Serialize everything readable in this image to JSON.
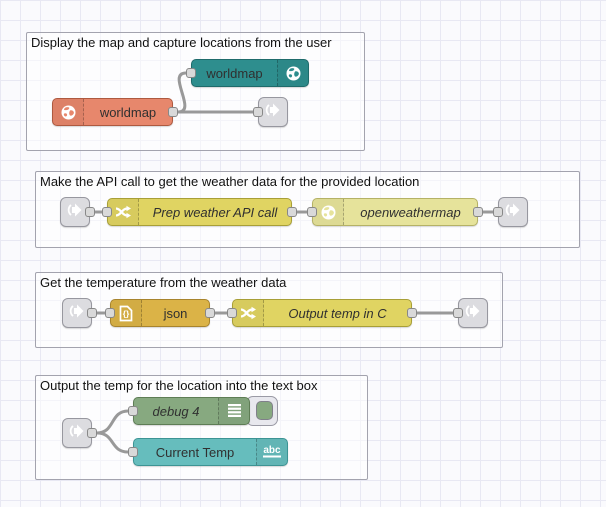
{
  "canvas": {
    "background": "#fafafd",
    "grid_line": "#e8e8f3",
    "wire_color": "#999999",
    "group_border": "#a3a3ae",
    "port_color": "#d9d9d9"
  },
  "colors": {
    "worldmap_node": "#E7876C",
    "worldmap_in_node": "#2E8E8E",
    "function_node": "#E0D462",
    "openweathermap_node": "#E6E39B",
    "json_node": "#DBB347",
    "debug_node": "#87A980",
    "ui_text_node": "#66BDBD",
    "link_node": "#DCDCE0"
  },
  "groups": [
    {
      "title": "Display the map and capture locations from the user",
      "nodes": [
        {
          "label": "worldmap",
          "icon": "globe-icon"
        },
        {
          "label": "worldmap",
          "icon": "globe-icon"
        },
        {
          "icon": "link-out-icon"
        }
      ]
    },
    {
      "title": "Make the API call to get the weather data for the provided location",
      "nodes": [
        {
          "icon": "link-in-icon"
        },
        {
          "label": "Prep weather API call",
          "icon": "function-icon"
        },
        {
          "label": "openweathermap",
          "icon": "globe-icon"
        },
        {
          "icon": "link-out-icon"
        }
      ]
    },
    {
      "title": "Get the temperature from the weather data",
      "nodes": [
        {
          "icon": "link-in-icon"
        },
        {
          "label": "json",
          "icon": "json-icon",
          "icon_text": "{}"
        },
        {
          "label": "Output temp in C",
          "icon": "function-icon"
        },
        {
          "icon": "link-out-icon"
        }
      ]
    },
    {
      "title": "Output the temp for the location into the text box",
      "nodes": [
        {
          "icon": "link-in-icon"
        },
        {
          "label": "debug 4",
          "icon": "list-icon"
        },
        {
          "label": "Current Temp",
          "icon": "abc-icon",
          "icon_text": "abc"
        }
      ]
    }
  ]
}
